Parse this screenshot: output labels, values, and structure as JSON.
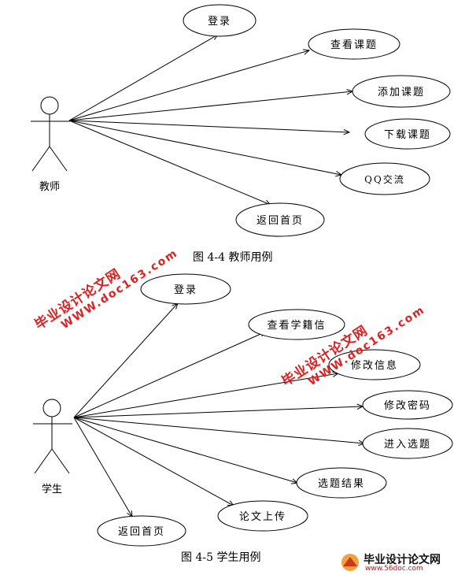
{
  "diagram1": {
    "actor": "教师",
    "use_cases": [
      "登录",
      "查看课题",
      "添加课题",
      "下载课题",
      "QQ交流",
      "返回首页"
    ],
    "caption": "图 4-4 教师用例"
  },
  "diagram2": {
    "actor": "学生",
    "use_cases": [
      "登录",
      "查看学籍信",
      "修改信息",
      "修改密码",
      "进入选题",
      "选题结果",
      "论文上传",
      "返回首页"
    ],
    "caption": "图 4-5 学生用例"
  },
  "watermarks": [
    {
      "line1": "毕业设计论文网",
      "line2": "WWW.doc163.com"
    },
    {
      "line1": "毕业设计论文网",
      "line2": "WWW.doc163.com"
    }
  ],
  "footer_logo": {
    "title": "毕业设计论文网",
    "url": "www.56doc.com"
  },
  "colors": {
    "line": "#000000",
    "watermark": "#e02020"
  }
}
